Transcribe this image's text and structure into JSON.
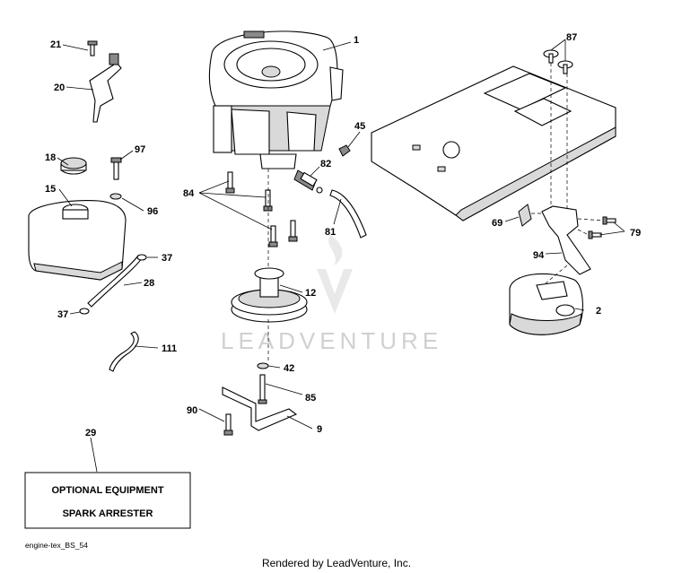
{
  "callouts": {
    "c1": "1",
    "c2": "2",
    "c9": "9",
    "c12": "12",
    "c15": "15",
    "c18": "18",
    "c20": "20",
    "c21": "21",
    "c28": "28",
    "c29": "29",
    "c37a": "37",
    "c37b": "37",
    "c42": "42",
    "c45": "45",
    "c79": "79",
    "c81": "81",
    "c82": "82",
    "c84": "84",
    "c85": "85",
    "c87": "87",
    "c90": "90",
    "c94": "94",
    "c96": "96",
    "c97": "97",
    "c69": "69",
    "c111": "111"
  },
  "notice_box": {
    "line1": "OPTIONAL EQUIPMENT",
    "line2": "SPARK ARRESTER"
  },
  "watermark": "LEADVENTURE",
  "drawing_code": "engine-tex_BS_54",
  "footer": "Rendered by LeadVenture, Inc."
}
